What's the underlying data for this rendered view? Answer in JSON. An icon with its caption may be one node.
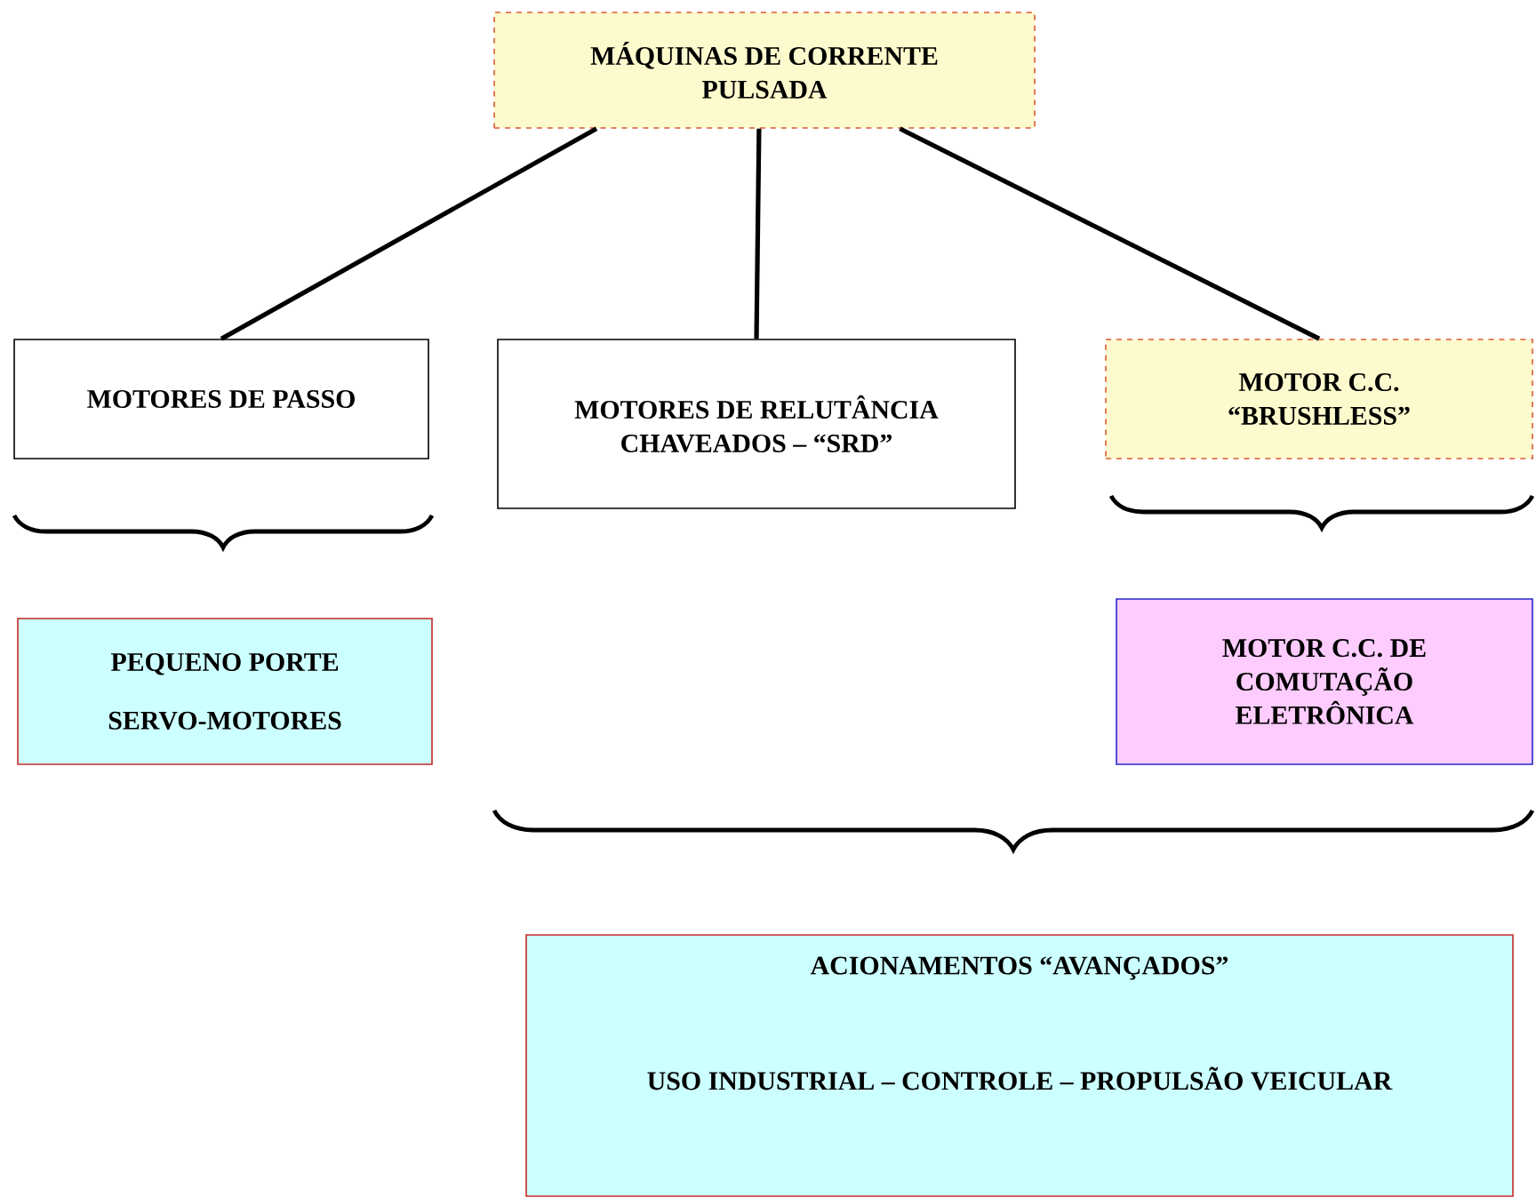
{
  "diagram": {
    "nodes": [
      {
        "text": [
          "MÁQUINAS DE CORRENTE PULSADA"
        ]
      },
      {
        "text": [
          "MOTORES DE PASSO"
        ]
      },
      {
        "text": [
          "MOTORES DE RELUTÂNCIA CHAVEADOS – “SRD”"
        ]
      },
      {
        "text": [
          "MOTOR C.C. “BRUSHLESS”"
        ]
      },
      {
        "text": [
          "PEQUENO PORTE",
          "SERVO-MOTORES"
        ]
      },
      {
        "text": [
          "MOTOR C.C. DE COMUTAÇÃO ELETRÔNICA"
        ]
      },
      {
        "text": [
          "ACIONAMENTOS “AVANÇADOS”",
          "USO INDUSTRIAL – CONTROLE – PROPULSÃO VEICULAR"
        ]
      }
    ],
    "edges": [
      {
        "from": 0,
        "to": 1,
        "arrow": "none"
      },
      {
        "from": 0,
        "to": 2,
        "arrow": "none"
      },
      {
        "from": 0,
        "to": 3,
        "arrow": "none"
      }
    ]
  }
}
